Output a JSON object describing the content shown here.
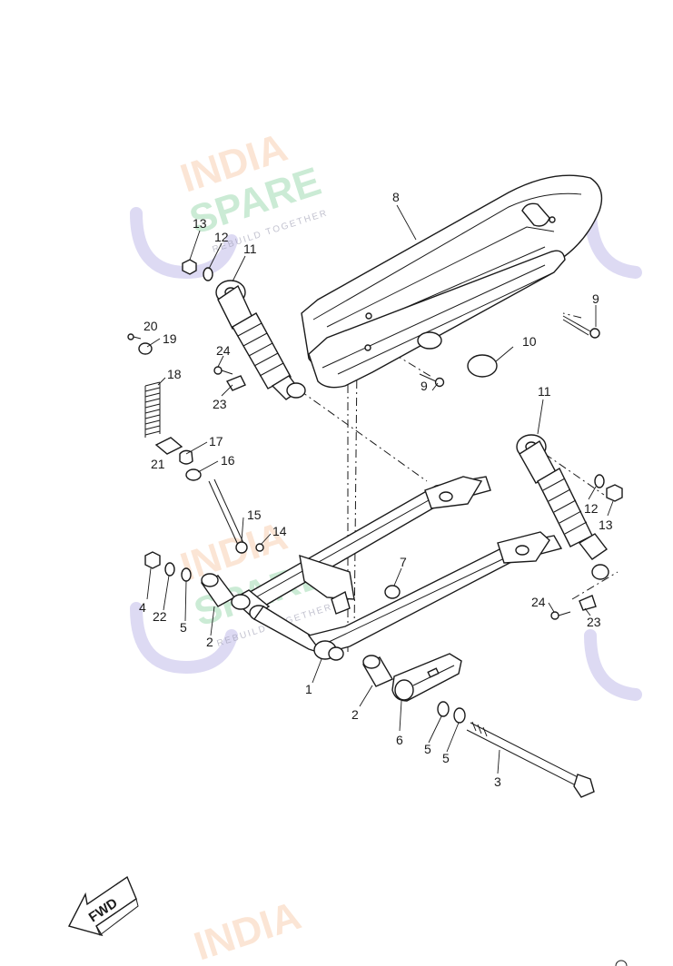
{
  "watermark": {
    "line1": "INDIA",
    "line2": "SPARE",
    "tagline": "REBUILD TOGETHER"
  },
  "fwd_label": "FWD",
  "callouts": {
    "p1": "1",
    "p2": "2",
    "p3": "3",
    "p4": "4",
    "p5": "5",
    "p6": "6",
    "p7": "7",
    "p8": "8",
    "p9": "9",
    "p10": "10",
    "p11": "11",
    "p12": "12",
    "p13": "13",
    "p14": "14",
    "p15": "15",
    "p16": "16",
    "p17": "17",
    "p18": "18",
    "p19": "19",
    "p20": "20",
    "p21": "21",
    "p22": "22",
    "p23": "23",
    "p24": "24"
  },
  "colors": {
    "line": "#1a1a1a",
    "watermark_orange": "#f3a56a",
    "watermark_green": "#47b86a",
    "watermark_logo": "#b4aee4"
  }
}
